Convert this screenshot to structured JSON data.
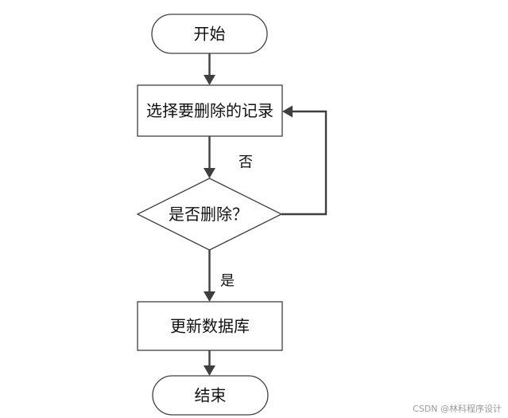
{
  "nodes": {
    "start": "开始",
    "select": "选择要删除的记录",
    "decision": "是否删除？",
    "update": "更新数据库",
    "end": "结束"
  },
  "edges": {
    "no": "否",
    "yes": "是"
  },
  "watermark": "CSDN @林科程序设计",
  "colors": {
    "stroke": "#3f3f3f",
    "text": "#111111",
    "watermark": "#9a9a9a",
    "background": "#ffffff"
  }
}
